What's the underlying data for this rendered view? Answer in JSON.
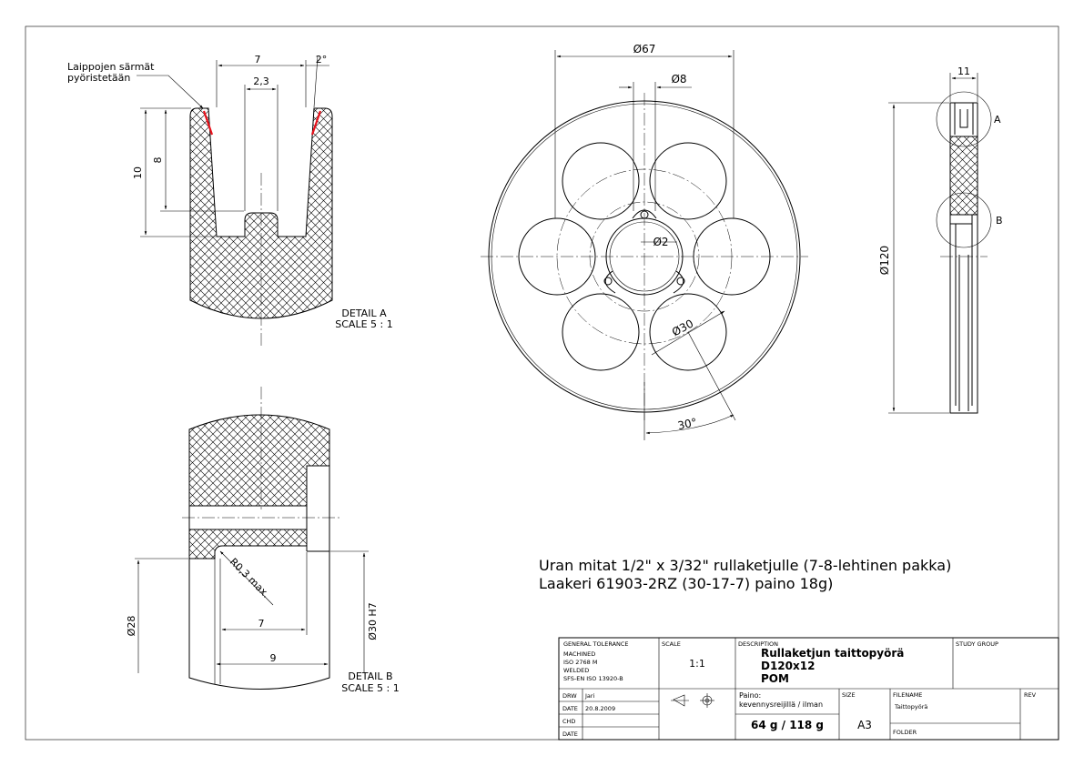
{
  "detail_a": {
    "note_line1": "Laippojen särmät",
    "note_line2": "pyöristetään",
    "dim_7": "7",
    "dim_angle": "2°",
    "dim_23": "2,3",
    "dim_10": "10",
    "dim_8": "8",
    "label": "DETAIL A",
    "scale": "SCALE 5 : 1"
  },
  "detail_b": {
    "dim_r": "R0,3 max.",
    "dim_phi28": "Ø28",
    "dim_phi30": "Ø30 H7",
    "dim_7": "7",
    "dim_9": "9",
    "label": "DETAIL B",
    "scale": "SCALE 5 : 1"
  },
  "front_view": {
    "dim_phi67": "Ø67",
    "dim_phi8": "Ø8",
    "dim_phi2": "Ø2",
    "dim_phi30": "Ø30",
    "dim_angle": "30°"
  },
  "side_view": {
    "dim_11": "11",
    "dim_phi120": "Ø120",
    "detail_a_tag": "A",
    "detail_b_tag": "B"
  },
  "notes": {
    "line1": "Uran mitat 1/2\" x 3/32\" rullaketjulle (7-8-lehtinen pakka)",
    "line2": "Laakeri 61903-2RZ   (30-17-7) paino 18g)"
  },
  "title_block": {
    "tol_header": "GENERAL TOLERANCE",
    "tol_machined": "MACHINED",
    "tol_iso": "ISO 2768 M",
    "tol_welded": "WELDED",
    "tol_sfs": "SFS-EN ISO 13920-B",
    "scale_header": "SCALE",
    "scale_value": "1:1",
    "desc_header": "DESCRIPTION",
    "desc_line1": "Rullaketjun taittopyörä",
    "desc_line2": "D120x12",
    "desc_line3": "POM",
    "study_group": "STUDY GROUP",
    "drw_label": "DRW",
    "drw_value": "Jari",
    "date_label": "DATE",
    "date_value": "20.8.2009",
    "chd_label": "CHD",
    "date2_label": "DATE",
    "paino_line1": "Paino:",
    "paino_line2": "kevennysreijillä / ilman",
    "weight": "64 g / 118 g",
    "size_header": "SIZE",
    "size_value": "A3",
    "filename_header": "FILENAME",
    "filename_value": "Taittopyörä",
    "folder_header": "FOLDER",
    "rev_header": "REV"
  }
}
